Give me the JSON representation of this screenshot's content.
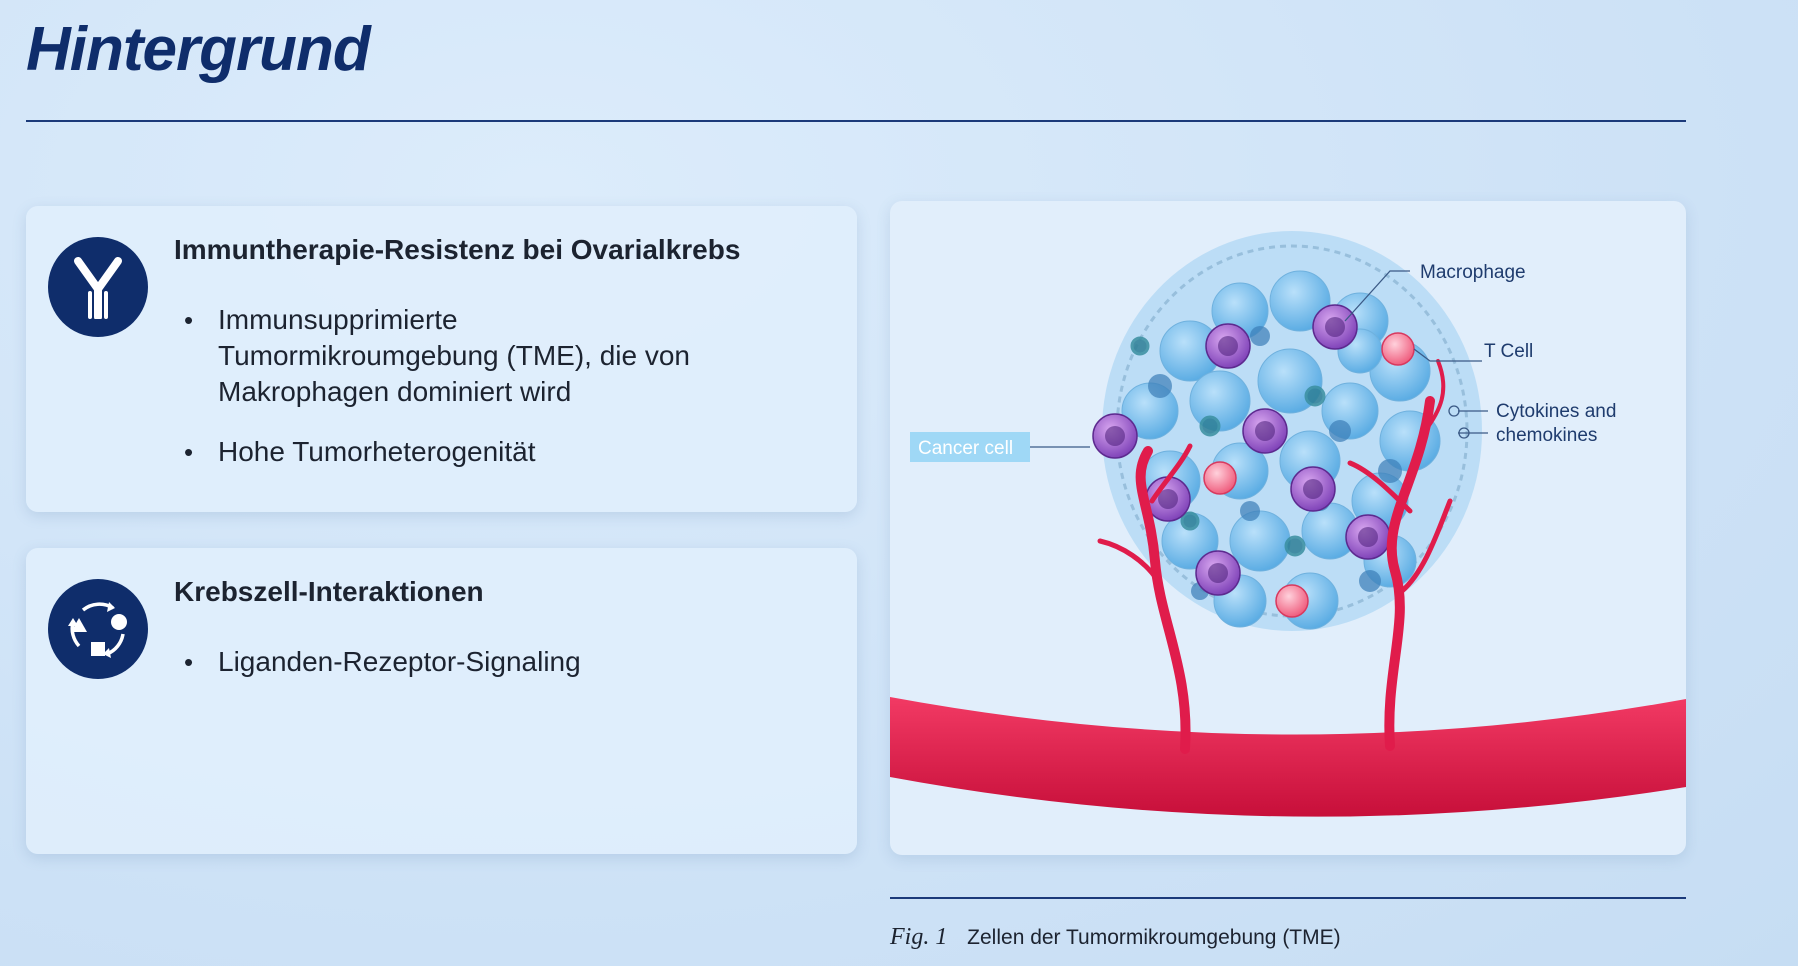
{
  "header": {
    "title": "Hintergrund"
  },
  "cards": [
    {
      "icon": "antibody-icon",
      "heading": "Immuntherapie-Resistenz bei Ovarialkrebs",
      "bullets": [
        "Immunsupprimierte Tumormikroumgebung (TME), die von Makrophagen dominiert wird",
        "Hohe Tumorheterogenität"
      ]
    },
    {
      "icon": "cell-interaction-cycle-icon",
      "heading": "Krebszell-Interaktionen",
      "bullets": [
        "Liganden-Rezeptor-Signaling"
      ]
    }
  ],
  "figure": {
    "labels": {
      "macrophage": "Macrophage",
      "t_cell": "T Cell",
      "cytokines_line1": "Cytokines and",
      "cytokines_line2": "chemokines",
      "cancer_cell": "Cancer cell"
    },
    "caption_label": "Fig. 1",
    "caption_text": "Zellen der Tumormikroumgebung (TME)"
  },
  "colors": {
    "title": "#0f2d6b",
    "icon_bg": "#0f2d6b",
    "vessel": "#e31b4a",
    "cancer_cell": "#7cc3ee",
    "macrophage": "#8a4fc0",
    "t_cell": "#f0607f"
  }
}
